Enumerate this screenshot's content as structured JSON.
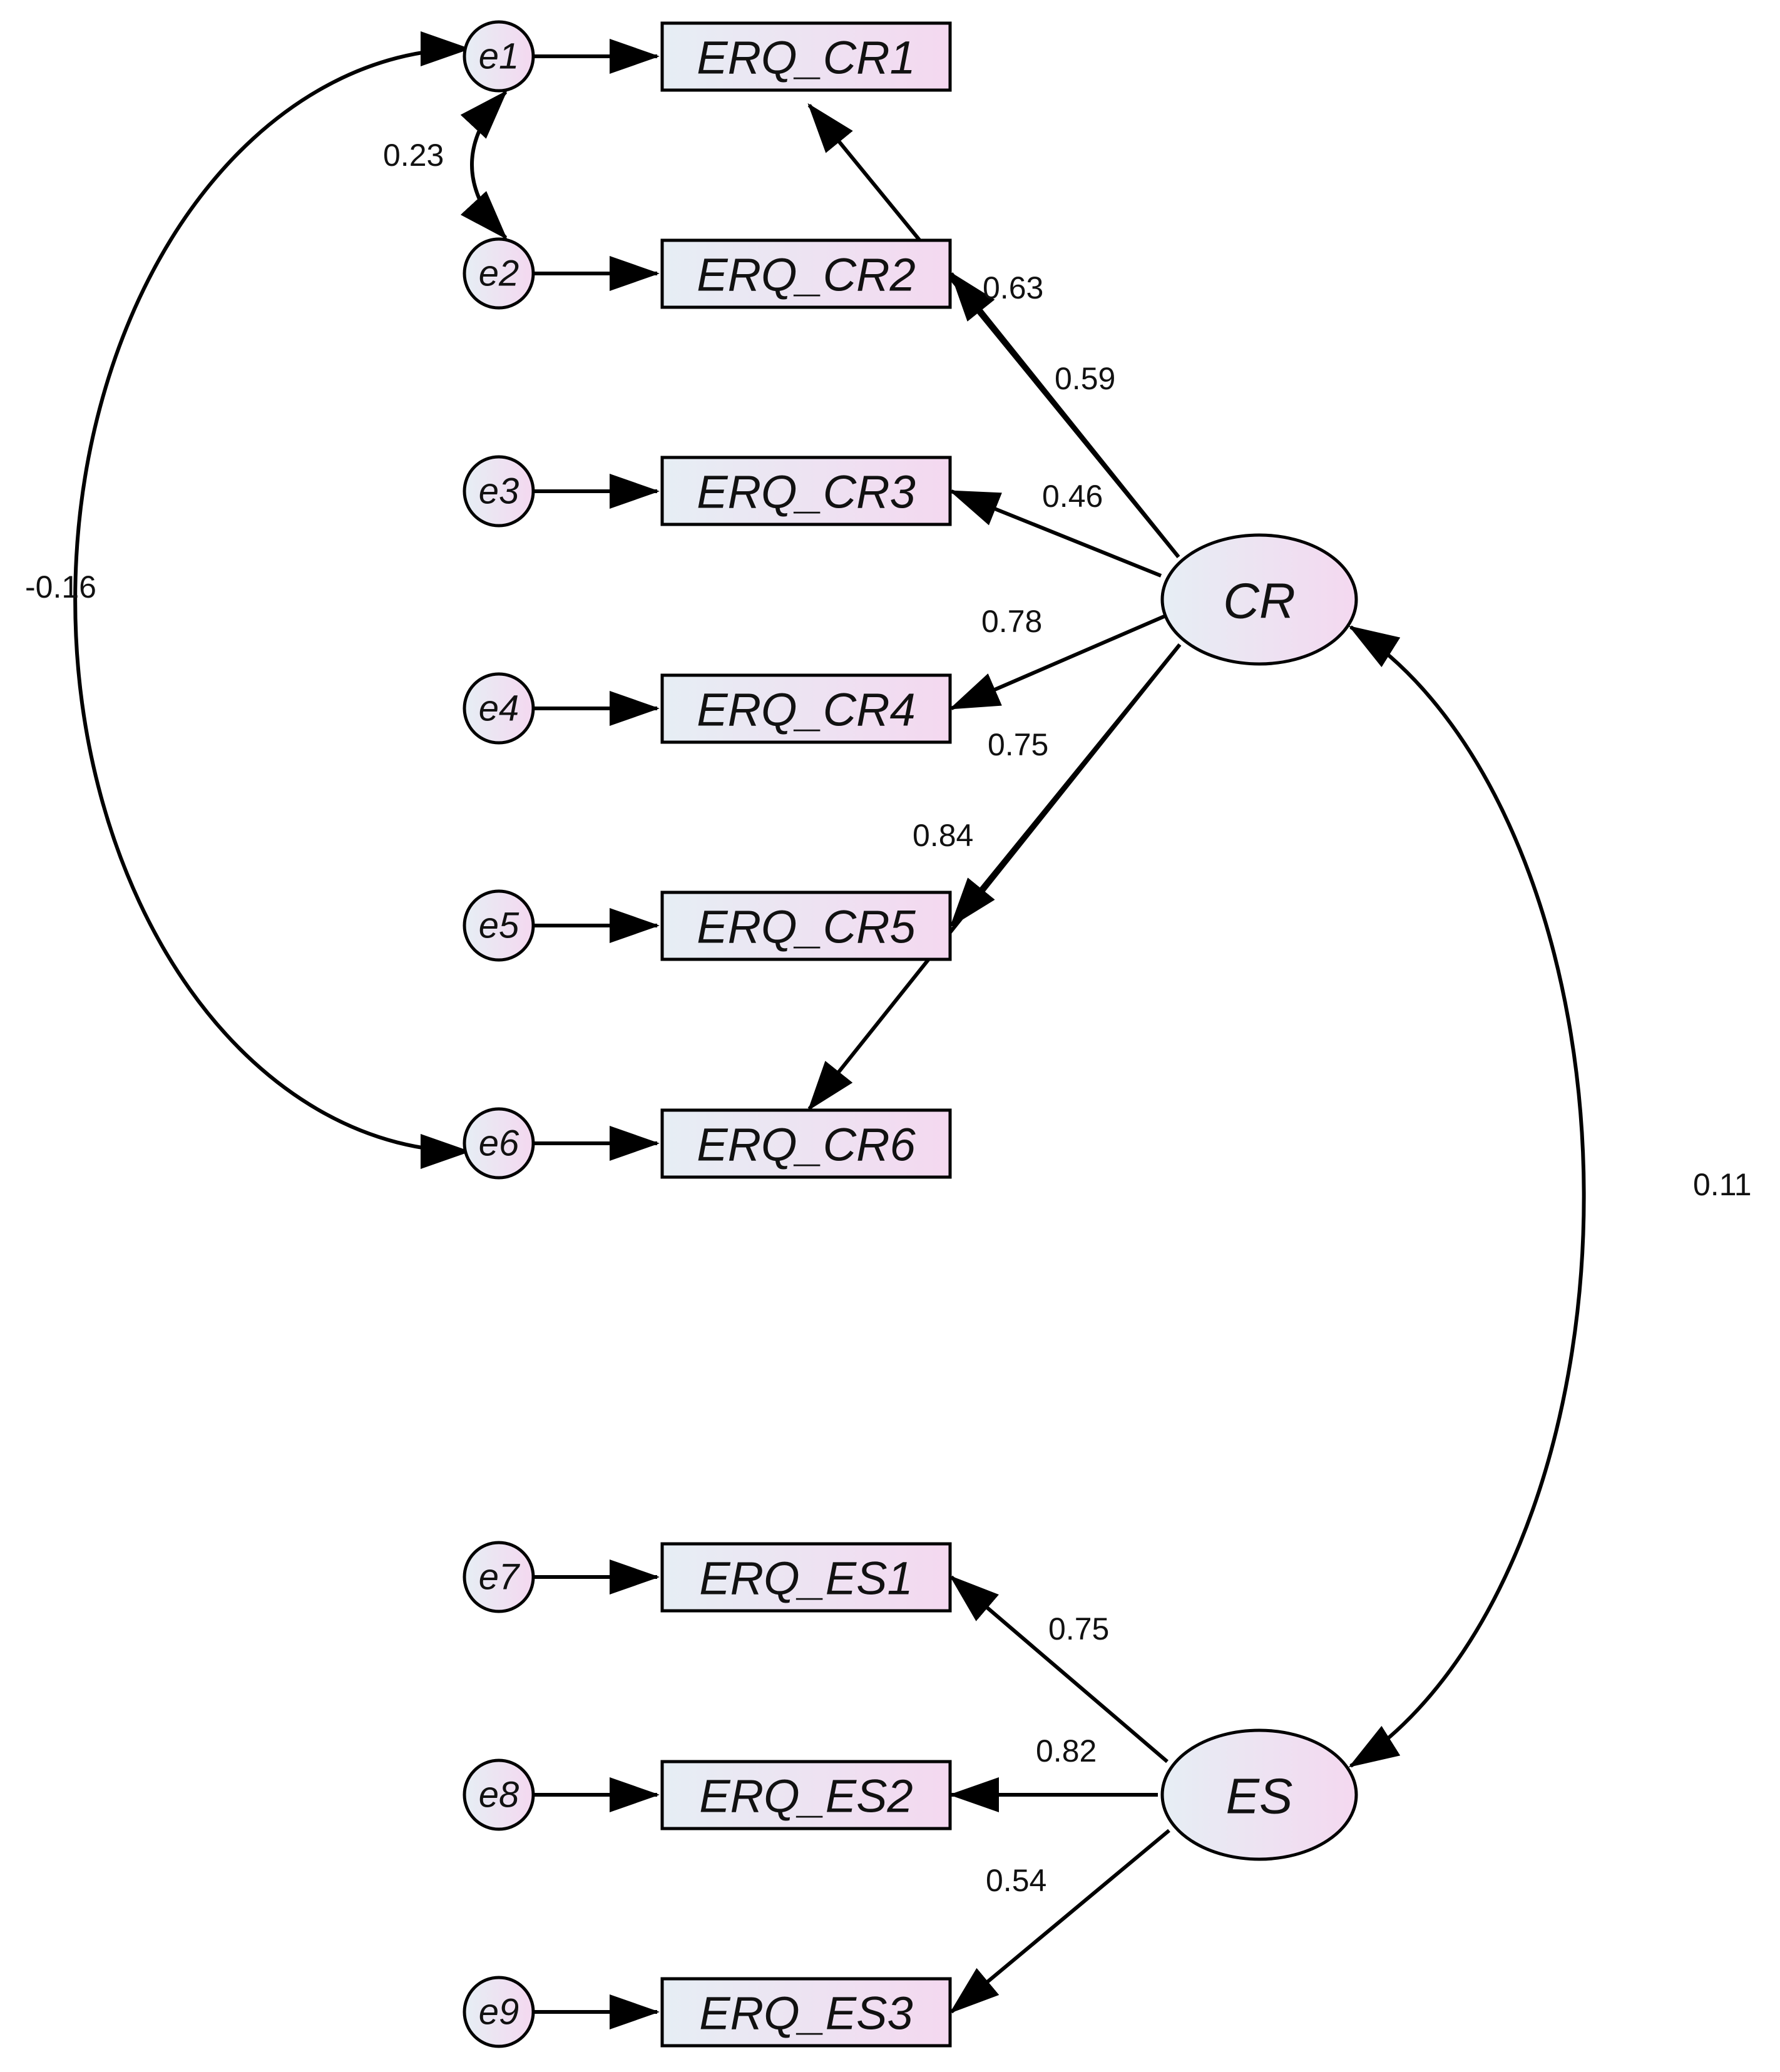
{
  "colors": {
    "node_fill_left": "#e6eef4",
    "node_fill_right": "#f4d8f0",
    "line": "#000000"
  },
  "latents": [
    {
      "id": "CR",
      "label": "CR"
    },
    {
      "id": "ES",
      "label": "ES"
    }
  ],
  "errors": [
    {
      "id": "e1",
      "label": "e1"
    },
    {
      "id": "e2",
      "label": "e2"
    },
    {
      "id": "e3",
      "label": "e3"
    },
    {
      "id": "e4",
      "label": "e4"
    },
    {
      "id": "e5",
      "label": "e5"
    },
    {
      "id": "e6",
      "label": "e6"
    },
    {
      "id": "e7",
      "label": "e7"
    },
    {
      "id": "e8",
      "label": "e8"
    },
    {
      "id": "e9",
      "label": "e9"
    }
  ],
  "indicators": [
    {
      "id": "ERQ_CR1",
      "label": "ERQ_CR1",
      "error": "e1",
      "factor": "CR",
      "loading": "0.63"
    },
    {
      "id": "ERQ_CR2",
      "label": "ERQ_CR2",
      "error": "e2",
      "factor": "CR",
      "loading": "0.59"
    },
    {
      "id": "ERQ_CR3",
      "label": "ERQ_CR3",
      "error": "e3",
      "factor": "CR",
      "loading": "0.46"
    },
    {
      "id": "ERQ_CR4",
      "label": "ERQ_CR4",
      "error": "e4",
      "factor": "CR",
      "loading": "0.78"
    },
    {
      "id": "ERQ_CR5",
      "label": "ERQ_CR5",
      "error": "e5",
      "factor": "CR",
      "loading": "0.75"
    },
    {
      "id": "ERQ_CR6",
      "label": "ERQ_CR6",
      "error": "e6",
      "factor": "CR",
      "loading": "0.84"
    },
    {
      "id": "ERQ_ES1",
      "label": "ERQ_ES1",
      "error": "e7",
      "factor": "ES",
      "loading": "0.75"
    },
    {
      "id": "ERQ_ES2",
      "label": "ERQ_ES2",
      "error": "e8",
      "factor": "ES",
      "loading": "0.82"
    },
    {
      "id": "ERQ_ES3",
      "label": "ERQ_ES3",
      "error": "e9",
      "factor": "ES",
      "loading": "0.54"
    }
  ],
  "covariances": [
    {
      "from": "e1",
      "to": "e2",
      "value": "0.23"
    },
    {
      "from": "e1",
      "to": "e6",
      "value": "-0.16"
    },
    {
      "from": "CR",
      "to": "ES",
      "value": "0.11"
    }
  ]
}
